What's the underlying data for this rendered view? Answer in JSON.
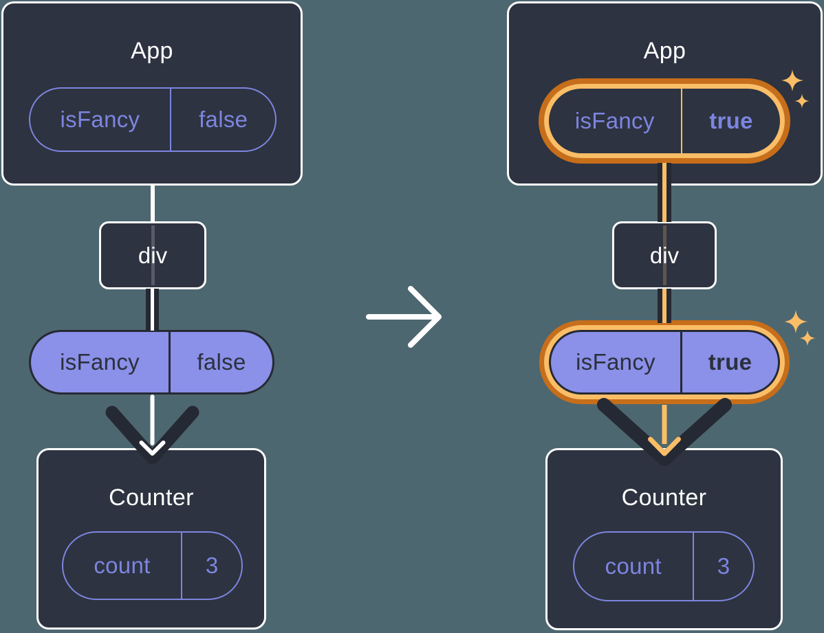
{
  "colors": {
    "background": "#4D6770",
    "card_bg": "#2D3340",
    "card_border": "#FFFFFF",
    "purple": "#7D85E0",
    "purple_fill": "#8B90E9",
    "ink": "#252933",
    "dark_text": "#2B303C",
    "orange_dark": "#C76E1B",
    "orange_light": "#FBBE67",
    "white": "#FFFFFF"
  },
  "left": {
    "app": {
      "title": "App",
      "pill": {
        "key": "isFancy",
        "value": "false"
      }
    },
    "div": {
      "label": "div"
    },
    "prop_pill": {
      "key": "isFancy",
      "value": "false"
    },
    "counter": {
      "title": "Counter",
      "pill": {
        "key": "count",
        "value": "3"
      }
    }
  },
  "right": {
    "app": {
      "title": "App",
      "pill": {
        "key": "isFancy",
        "value": "true"
      }
    },
    "div": {
      "label": "div"
    },
    "prop_pill": {
      "key": "isFancy",
      "value": "true"
    },
    "counter": {
      "title": "Counter",
      "pill": {
        "key": "count",
        "value": "3"
      }
    }
  },
  "icons": {
    "transition": "right-arrow-icon",
    "highlight": "sparkle-icon"
  }
}
